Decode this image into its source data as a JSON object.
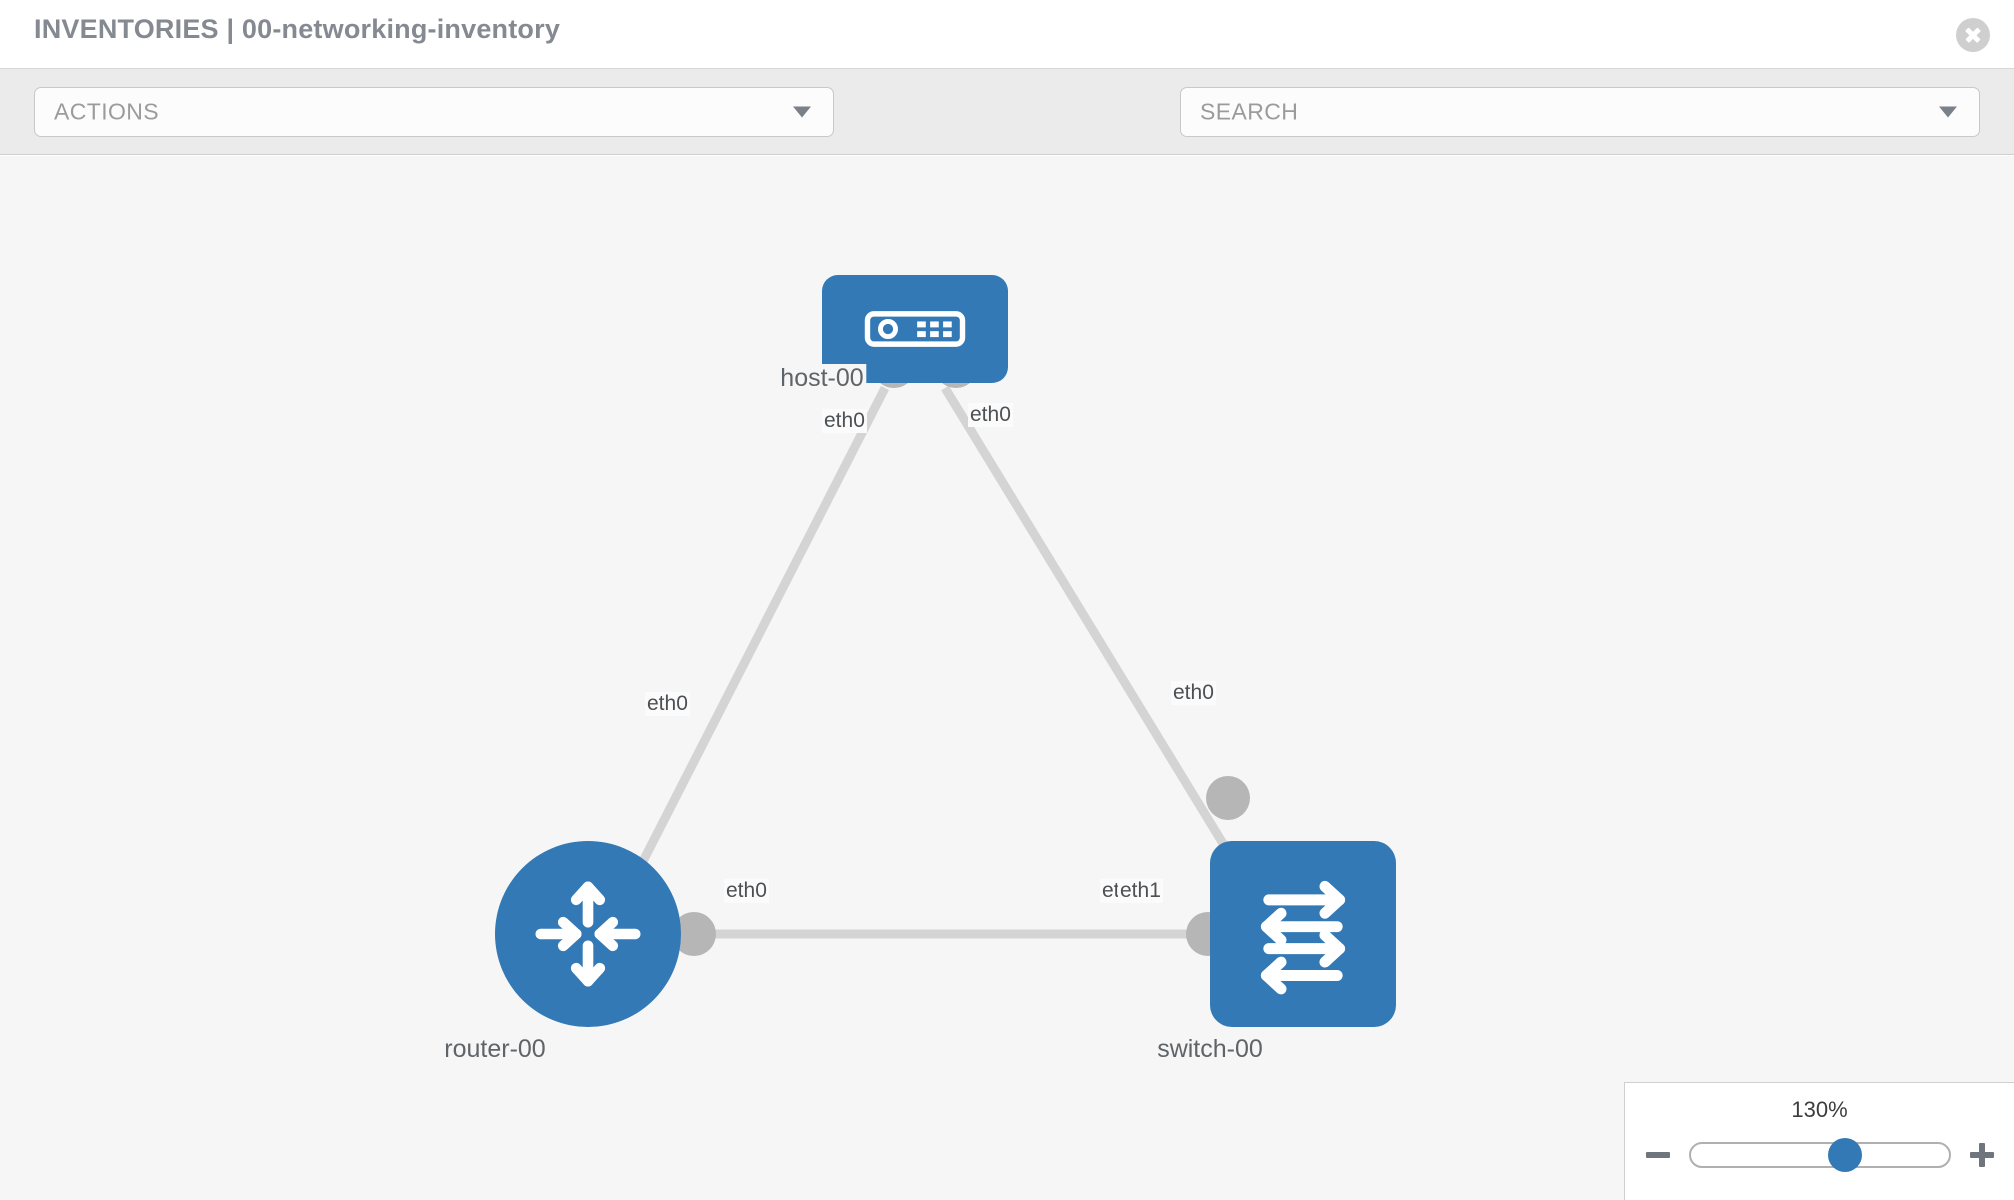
{
  "header": {
    "title": "INVENTORIES | 00-networking-inventory",
    "close_icon": "close-circle-icon"
  },
  "toolbar": {
    "actions_label": "ACTIONS",
    "actions_caret": "chevron-down-icon",
    "search_placeholder": "SEARCH",
    "search_caret": "chevron-down-icon",
    "wrench_icon": "wrench-icon",
    "key_icon": "key-icon"
  },
  "topology": {
    "background": "#f6f6f6",
    "node_color": "#3279b5",
    "link_color": "#d4d4d4",
    "connector_color": "#b6b6b6",
    "nodes": [
      {
        "id": "host",
        "label": "host-00",
        "icon": "server-appliance-icon",
        "shape": "rounded-rect"
      },
      {
        "id": "router",
        "label": "router-00",
        "icon": "router-arrows-icon",
        "shape": "circle"
      },
      {
        "id": "switch",
        "label": "switch-00",
        "icon": "switch-arrows-icon",
        "shape": "rounded-square"
      }
    ],
    "interface_labels": [
      {
        "id": "host-left",
        "text": "eth0"
      },
      {
        "id": "host-right",
        "text": "eth0"
      },
      {
        "id": "router-up",
        "text": "eth0"
      },
      {
        "id": "switch-up",
        "text": "eth0"
      },
      {
        "id": "router-right",
        "text": "eth0"
      },
      {
        "id": "switch-left-a",
        "text": "eth"
      },
      {
        "id": "switch-left-b",
        "text": "eth1"
      }
    ]
  },
  "zoom_control": {
    "value_label": "130%",
    "minus_icon": "minus-icon",
    "plus_icon": "plus-icon",
    "slider_percent": 60
  }
}
